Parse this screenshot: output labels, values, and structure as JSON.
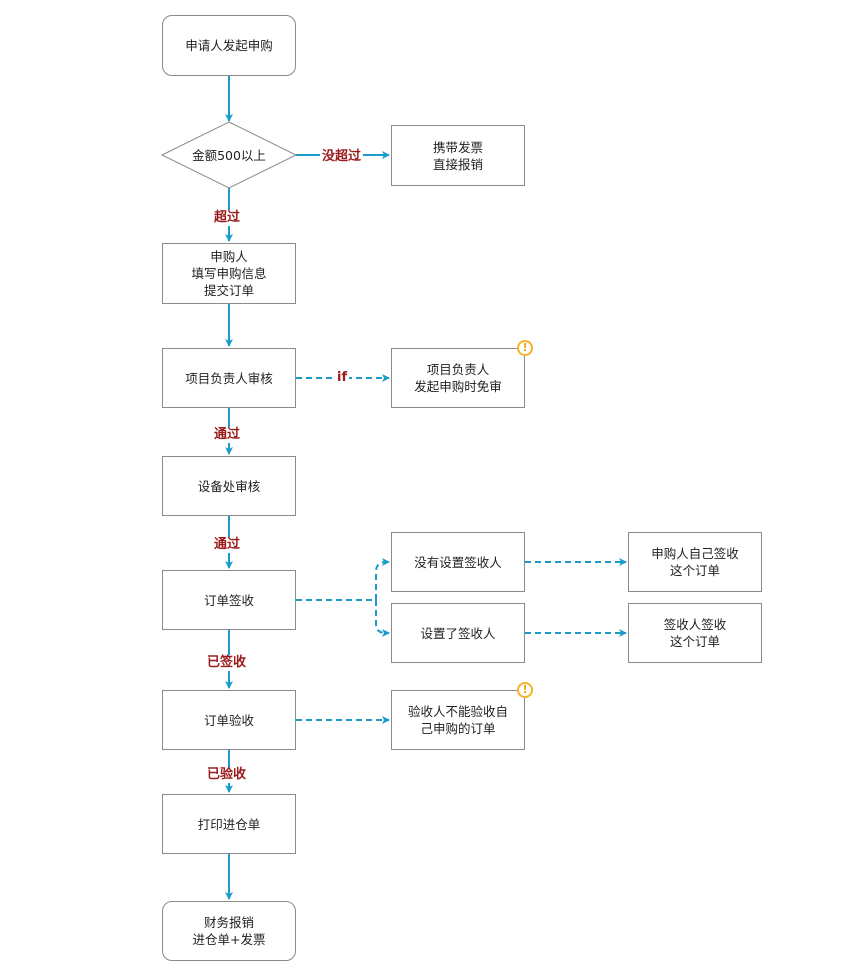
{
  "nodes": {
    "start": "申请人发起申购",
    "decision": "金额500以上",
    "carry_invoice": "携带发票\n直接报销",
    "fill_info": "申购人\n填写申购信息\n提交订单",
    "pm_review": "项目负责人审核",
    "pm_exempt": "项目负责人\n发起申购时免审",
    "equip_review": "设备处审核",
    "order_sign": "订单签收",
    "no_signer": "没有设置签收人",
    "self_sign": "申购人自己签收\n这个订单",
    "has_signer": "设置了签收人",
    "signer_sign": "签收人签收\n这个订单",
    "order_accept": "订单验收",
    "accept_note": "验收人不能验收自\n己申购的订单",
    "print_receipt": "打印进仓单",
    "reimburse": "财务报销\n进仓单+发票"
  },
  "edges": {
    "not_exceed": "没超过",
    "exceed": "超过",
    "if": "if",
    "pass1": "通过",
    "pass2": "通过",
    "signed": "已签收",
    "accepted": "已验收"
  },
  "icons": {
    "warning": "!"
  },
  "colors": {
    "arrow": "#1a9bc8",
    "edge_label": "#9b1b1b",
    "border": "#8a8a8a",
    "warning": "#f5b22a"
  }
}
